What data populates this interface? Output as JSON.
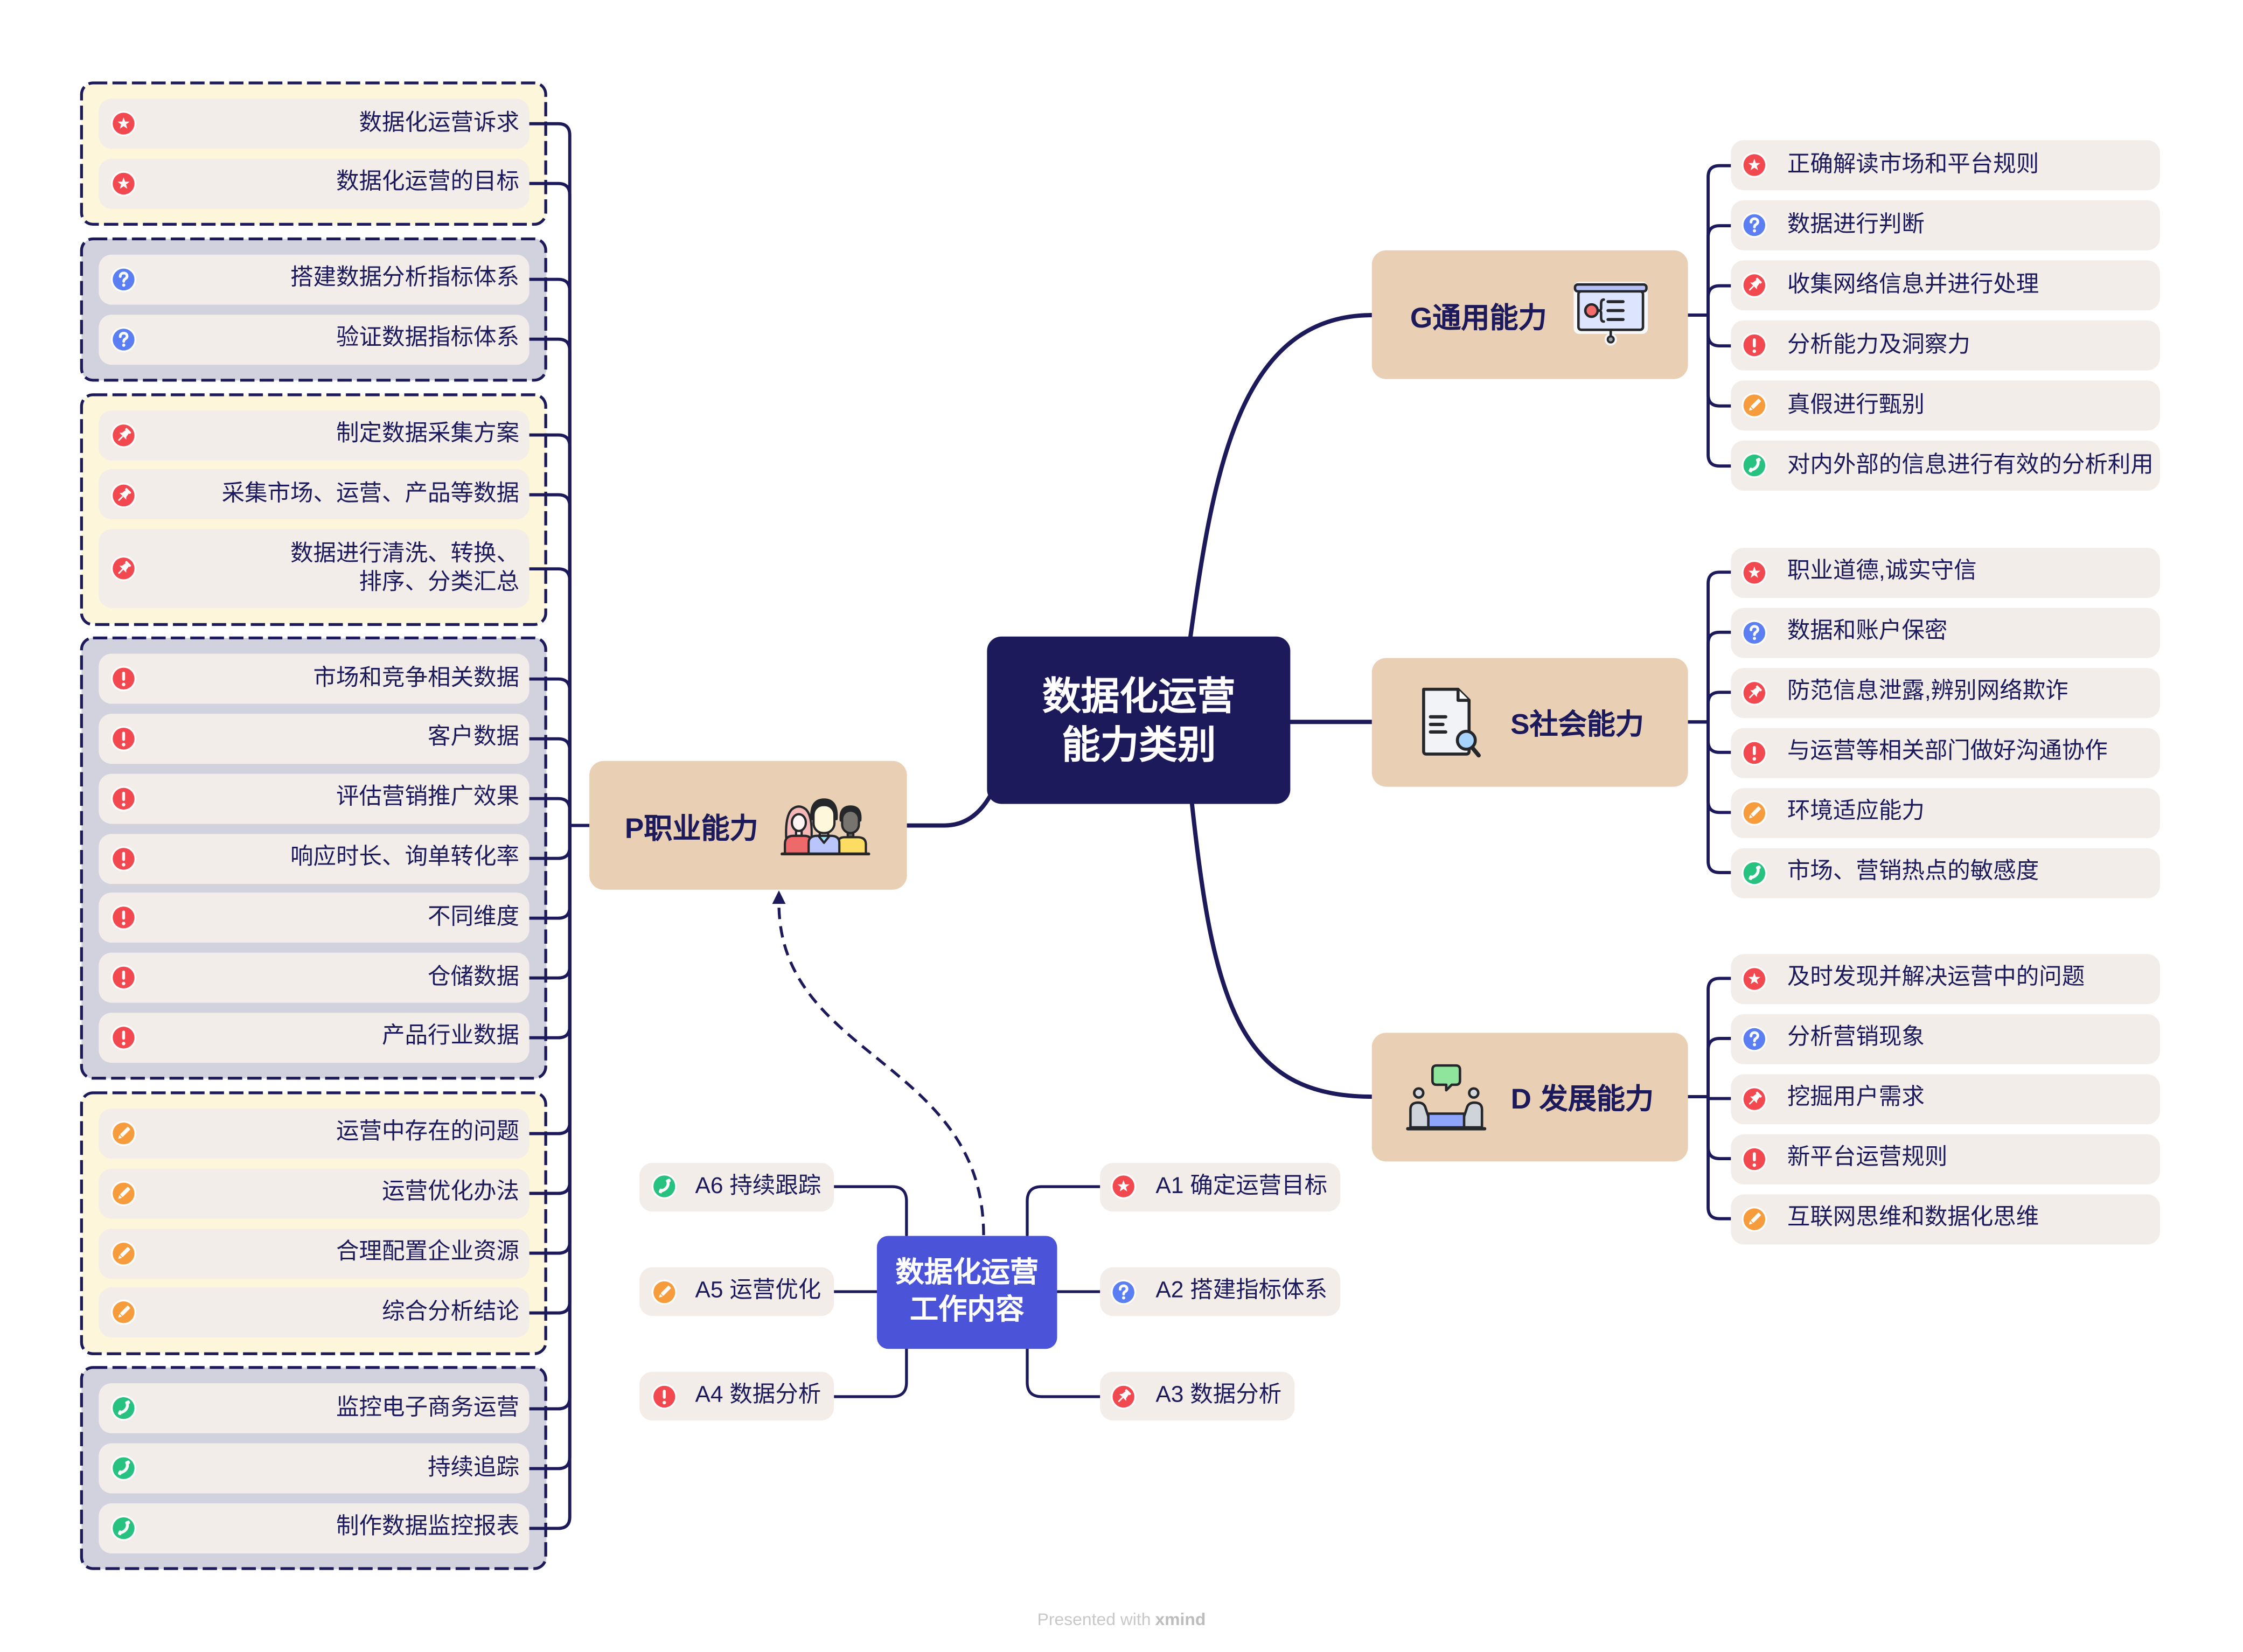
{
  "theme": {
    "line_color": "#1C1A5A",
    "text_color": "#1C1A5A",
    "central_bg": "#1C1A5A",
    "work_bg": "#4B53D9",
    "branch_bg": "#E9CFB4",
    "leaf_bg": "#F2EDE9",
    "boundary_yellow": "#FEF6DA",
    "boundary_lavender": "#D2D2DE",
    "footer_color": "#C8C8C8"
  },
  "markers": {
    "star": {
      "icon": "star-icon",
      "color": "#F2484F"
    },
    "question": {
      "icon": "question-mark-icon",
      "color": "#5B7FF2"
    },
    "pin": {
      "icon": "pushpin-icon",
      "color": "#F2484F"
    },
    "exclamation": {
      "icon": "exclamation-icon",
      "color": "#F2484F"
    },
    "pencil": {
      "icon": "pencil-icon",
      "color": "#F79C3D"
    },
    "phone": {
      "icon": "phone-icon",
      "color": "#27C180"
    }
  },
  "central_topic": {
    "lines": [
      "数据化运营",
      "能力类别"
    ]
  },
  "branches": {
    "professional": {
      "label": "P职业能力",
      "icon": "people-group-icon",
      "boundaries": [
        {
          "style": "yellow",
          "items": [
            {
              "text": "数据化运营诉求",
              "marker": "star"
            },
            {
              "text": "数据化运营的目标",
              "marker": "star"
            }
          ]
        },
        {
          "style": "lavender",
          "items": [
            {
              "text": "搭建数据分析指标体系",
              "marker": "question"
            },
            {
              "text": "验证数据指标体系",
              "marker": "question"
            }
          ]
        },
        {
          "style": "yellow",
          "items": [
            {
              "text": "制定数据采集方案",
              "marker": "pin"
            },
            {
              "text": "采集市场、运营、产品等数据",
              "marker": "pin"
            },
            {
              "lines": [
                "数据进行清洗、转换、",
                "排序、分类汇总"
              ],
              "marker": "pin"
            }
          ]
        },
        {
          "style": "lavender",
          "items": [
            {
              "text": "市场和竞争相关数据",
              "marker": "exclamation"
            },
            {
              "text": "客户数据",
              "marker": "exclamation"
            },
            {
              "text": "评估营销推广效果",
              "marker": "exclamation"
            },
            {
              "text": "响应时长、询单转化率",
              "marker": "exclamation"
            },
            {
              "text": "不同维度",
              "marker": "exclamation"
            },
            {
              "text": "仓储数据",
              "marker": "exclamation"
            },
            {
              "text": "产品行业数据",
              "marker": "exclamation"
            }
          ]
        },
        {
          "style": "yellow",
          "items": [
            {
              "text": "运营中存在的问题",
              "marker": "pencil"
            },
            {
              "text": "运营优化办法",
              "marker": "pencil"
            },
            {
              "text": "合理配置企业资源",
              "marker": "pencil"
            },
            {
              "text": "综合分析结论",
              "marker": "pencil"
            }
          ]
        },
        {
          "style": "lavender",
          "items": [
            {
              "text": "监控电子商务运营",
              "marker": "phone"
            },
            {
              "text": "持续追踪",
              "marker": "phone"
            },
            {
              "text": "制作数据监控报表",
              "marker": "phone"
            }
          ]
        }
      ]
    },
    "general": {
      "label": "G通用能力",
      "icon": "presentation-board-icon",
      "items": [
        {
          "text": "正确解读市场和平台规则",
          "marker": "star"
        },
        {
          "text": "数据进行判断",
          "marker": "question"
        },
        {
          "text": "收集网络信息并进行处理",
          "marker": "pin"
        },
        {
          "text": "分析能力及洞察力",
          "marker": "exclamation"
        },
        {
          "text": "真假进行甄别",
          "marker": "pencil"
        },
        {
          "text": "对内外部的信息进行有效的分析利用",
          "marker": "phone"
        }
      ]
    },
    "social": {
      "label": "S社会能力",
      "icon": "document-search-icon",
      "items": [
        {
          "text": "职业道德,诚实守信",
          "marker": "star"
        },
        {
          "text": "数据和账户保密",
          "marker": "question"
        },
        {
          "text": "防范信息泄露,辨别网络欺诈",
          "marker": "pin"
        },
        {
          "text": "与运营等相关部门做好沟通协作",
          "marker": "exclamation"
        },
        {
          "text": "环境适应能力",
          "marker": "pencil"
        },
        {
          "text": "市场、营销热点的敏感度",
          "marker": "phone"
        }
      ]
    },
    "development": {
      "label": "D 发展能力",
      "icon": "meeting-discussion-icon",
      "items": [
        {
          "text": "及时发现并解决运营中的问题",
          "marker": "star"
        },
        {
          "text": "分析营销现象",
          "marker": "question"
        },
        {
          "text": "挖掘用户需求",
          "marker": "pin"
        },
        {
          "text": "新平台运营规则",
          "marker": "exclamation"
        },
        {
          "text": "互联网思维和数据化思维",
          "marker": "pencil"
        }
      ]
    }
  },
  "work_content": {
    "lines": [
      "数据化运营",
      "工作内容"
    ],
    "right_items": [
      {
        "text": "A1 确定运营目标",
        "marker": "star"
      },
      {
        "text": "A2 搭建指标体系",
        "marker": "question"
      },
      {
        "text": "A3 数据分析",
        "marker": "pin"
      }
    ],
    "left_items": [
      {
        "text": "A6 持续跟踪",
        "marker": "phone"
      },
      {
        "text": "A5 运营优化",
        "marker": "pencil"
      },
      {
        "text": "A4 数据分析",
        "marker": "exclamation"
      }
    ]
  },
  "footer": {
    "prefix": "Presented with",
    "brand": "xmind"
  }
}
